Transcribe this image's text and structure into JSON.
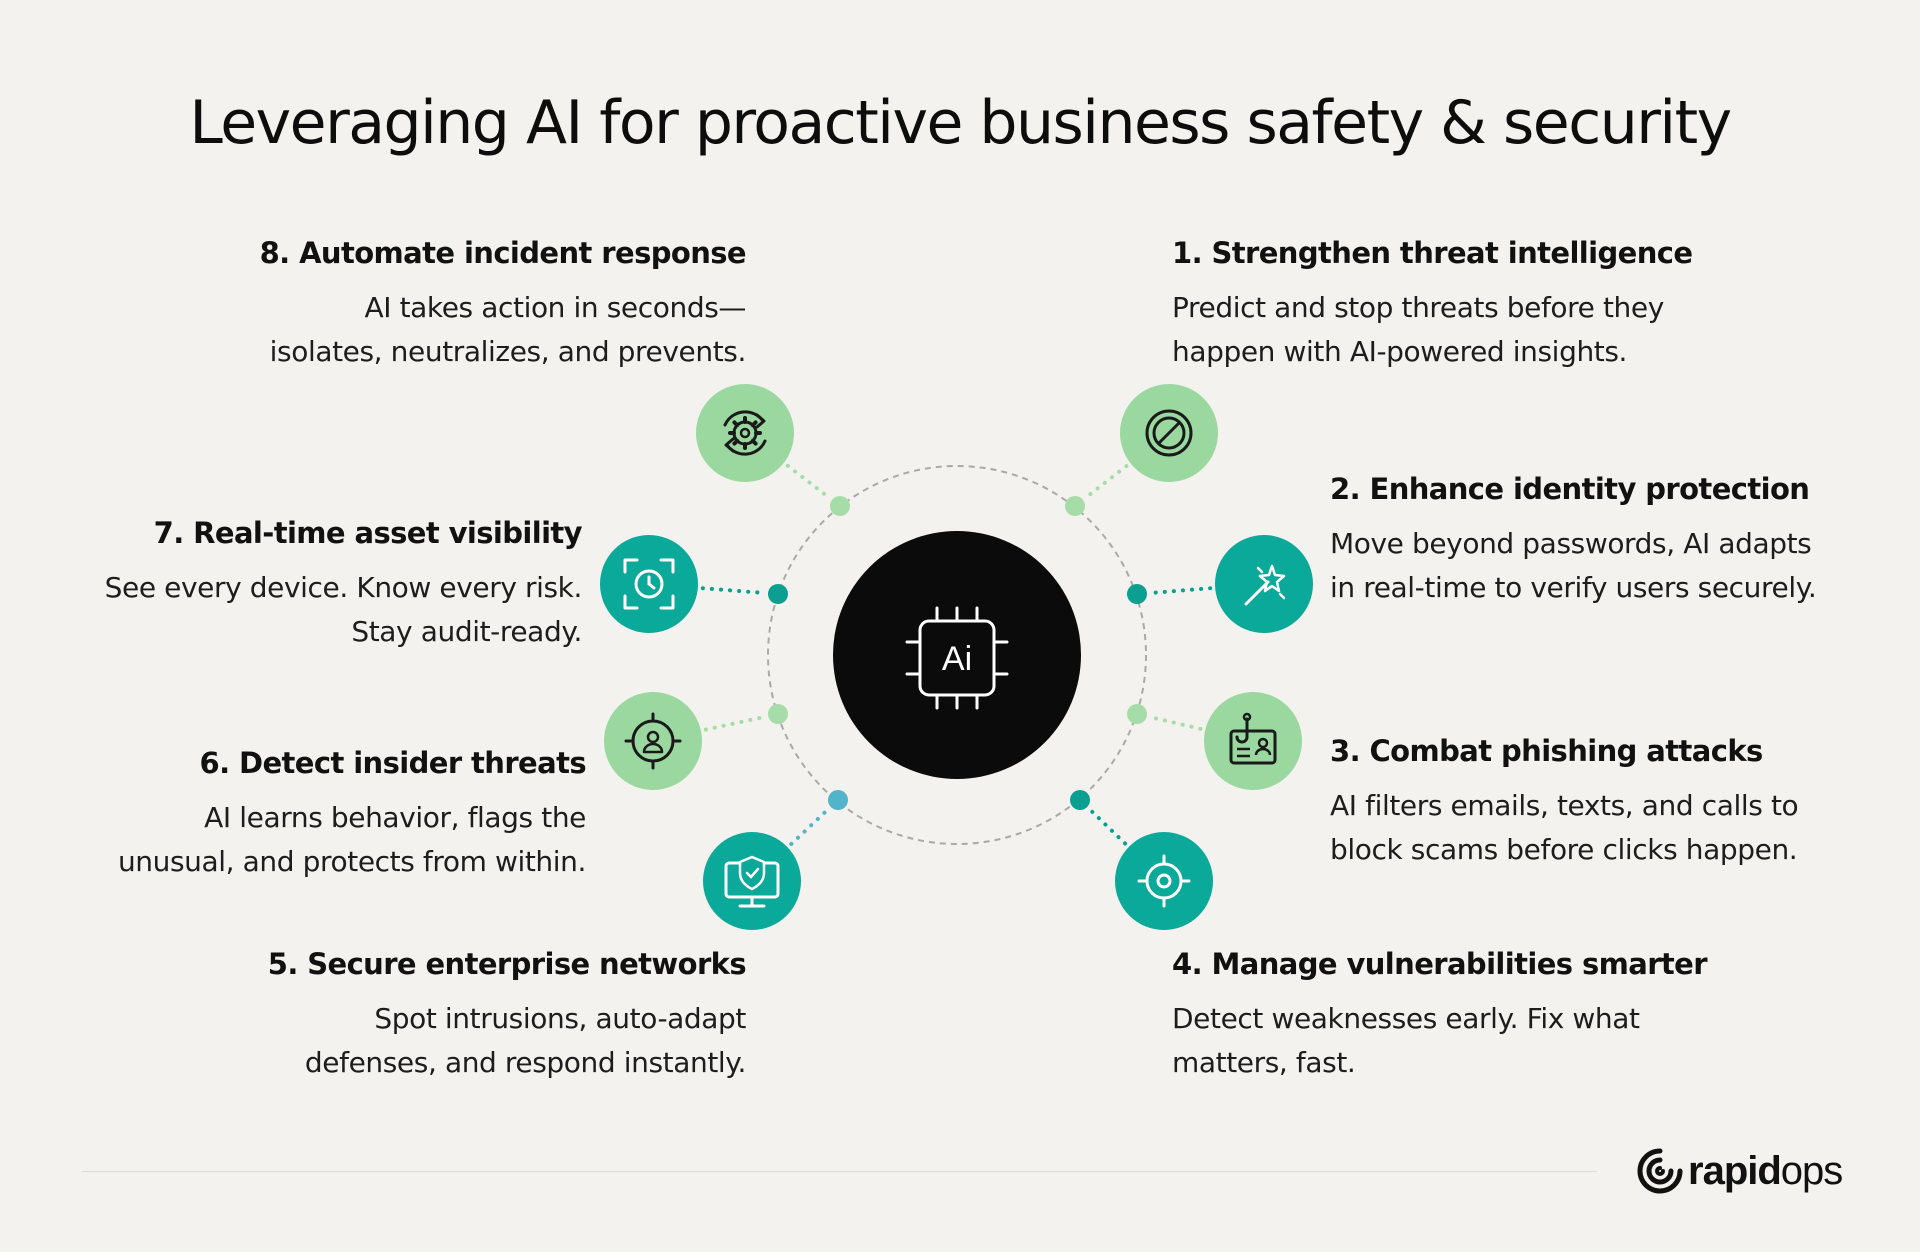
{
  "title": "Leveraging AI for proactive business safety & security",
  "center_label": "Ai",
  "colors": {
    "light_green": "#9ad8a0",
    "teal": "#0aa99a",
    "light_green_dot": "#a6dca8",
    "teal_dot": "#0a9f91",
    "blue_dot": "#52b4c8",
    "center": "#0b0b0b"
  },
  "items": [
    {
      "heading": "1. Strengthen threat intelligence",
      "text": "Predict and stop threats before they\nhappen with AI-powered insights.",
      "icon": "prohibit-icon"
    },
    {
      "heading": "2. Enhance identity protection",
      "text": "Move beyond passwords, AI adapts\nin real-time to verify users securely.",
      "icon": "magic-wand-icon"
    },
    {
      "heading": "3. Combat phishing attacks",
      "text": "AI filters emails, texts, and calls to\nblock scams before clicks happen.",
      "icon": "id-card-hook-icon"
    },
    {
      "heading": "4. Manage vulnerabilities smarter",
      "text": "Detect weaknesses early. Fix what\nmatters, fast.",
      "icon": "crosshair-icon"
    },
    {
      "heading": "5. Secure enterprise networks",
      "text": "Spot intrusions, auto-adapt\ndefenses, and respond instantly.",
      "icon": "monitor-shield-icon"
    },
    {
      "heading": "6. Detect insider threats",
      "text": "AI learns behavior, flags the\nunusual, and protects from within.",
      "icon": "user-target-icon"
    },
    {
      "heading": "7. Real-time asset visibility",
      "text": "See every device. Know every risk.\nStay audit-ready.",
      "icon": "scan-clock-icon"
    },
    {
      "heading": "8. Automate incident response",
      "text": "AI takes action in seconds—\nisolates, neutralizes, and prevents.",
      "icon": "gear-refresh-icon"
    }
  ],
  "logo": {
    "bold": "rapid",
    "regular": "ops"
  }
}
